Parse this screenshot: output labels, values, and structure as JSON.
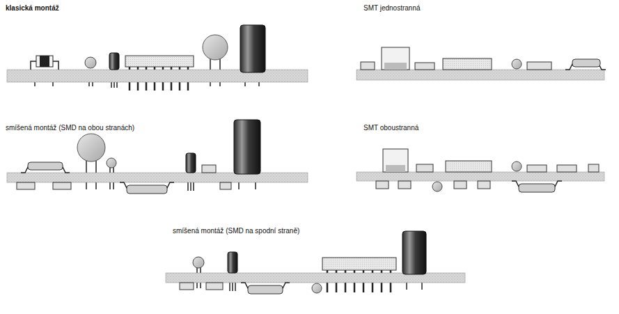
{
  "diagram": {
    "labels": [
      "klasická montáž",
      "SMT jednostranná",
      "smíšená montáž (SMD na obou stranách)",
      "SMT oboustranná",
      "smíšená montáž (SMD na spodní straně)"
    ]
  }
}
